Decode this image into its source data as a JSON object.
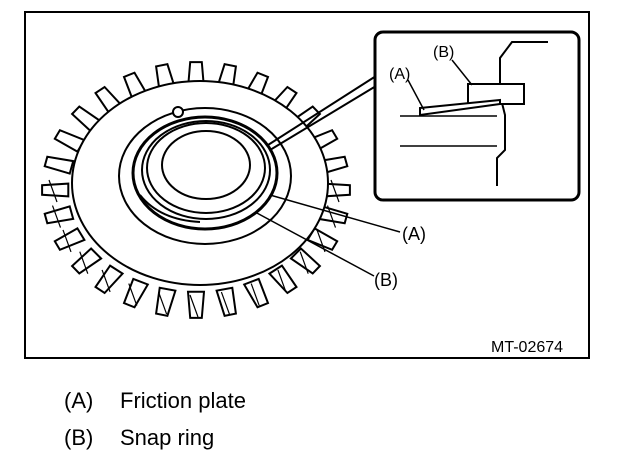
{
  "figure": {
    "code": "MT-02674",
    "callouts": {
      "a": "(A)",
      "b": "(B)"
    },
    "inset_callouts": {
      "a": "(A)",
      "b": "(B)"
    }
  },
  "legend": [
    {
      "key": "(A)",
      "text": "Friction plate"
    },
    {
      "key": "(B)",
      "text": "Snap ring"
    }
  ]
}
